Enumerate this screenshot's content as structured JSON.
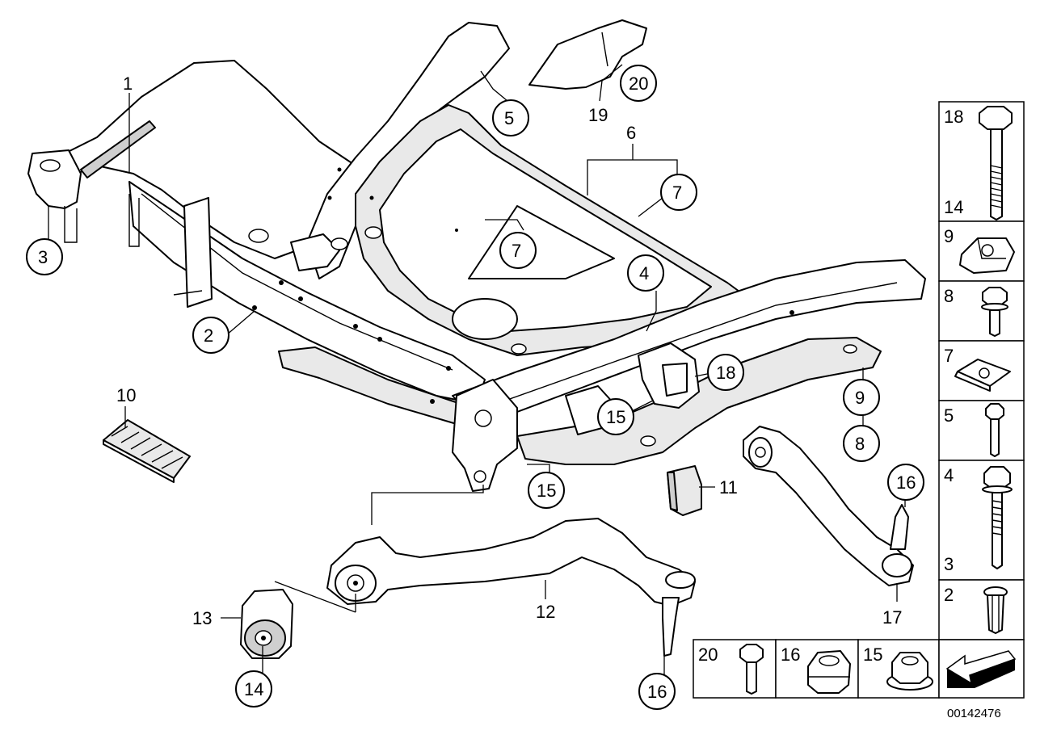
{
  "diagram": {
    "callouts": [
      {
        "id": "c1",
        "label": "1"
      },
      {
        "id": "c2",
        "label": "2"
      },
      {
        "id": "c3",
        "label": "3"
      },
      {
        "id": "c4",
        "label": "4"
      },
      {
        "id": "c5",
        "label": "5"
      },
      {
        "id": "c6",
        "label": "6"
      },
      {
        "id": "c7a",
        "label": "7"
      },
      {
        "id": "c7b",
        "label": "7"
      },
      {
        "id": "c8",
        "label": "8"
      },
      {
        "id": "c9",
        "label": "9"
      },
      {
        "id": "c10",
        "label": "10"
      },
      {
        "id": "c11",
        "label": "11"
      },
      {
        "id": "c12",
        "label": "12"
      },
      {
        "id": "c13",
        "label": "13"
      },
      {
        "id": "c14",
        "label": "14"
      },
      {
        "id": "c15a",
        "label": "15"
      },
      {
        "id": "c15b",
        "label": "15"
      },
      {
        "id": "c16a",
        "label": "16"
      },
      {
        "id": "c16b",
        "label": "16"
      },
      {
        "id": "c17",
        "label": "17"
      },
      {
        "id": "c18",
        "label": "18"
      },
      {
        "id": "c19",
        "label": "19"
      },
      {
        "id": "c20",
        "label": "20"
      }
    ],
    "fastener_panel": {
      "cells": [
        {
          "id": "f18",
          "labels": [
            "18",
            "14"
          ],
          "icon": "long-bolt-icon"
        },
        {
          "id": "f9",
          "labels": [
            "9"
          ],
          "icon": "cage-nut-icon"
        },
        {
          "id": "f8",
          "labels": [
            "8"
          ],
          "icon": "flange-bolt-icon"
        },
        {
          "id": "f7",
          "labels": [
            "7"
          ],
          "icon": "clip-nut-icon"
        },
        {
          "id": "f5",
          "labels": [
            "5"
          ],
          "icon": "short-bolt-icon"
        },
        {
          "id": "f4",
          "labels": [
            "4",
            "3"
          ],
          "icon": "long-flange-bolt-icon"
        },
        {
          "id": "f2",
          "labels": [
            "2"
          ],
          "icon": "sleeve-bolt-icon"
        }
      ],
      "bottom_cells": [
        {
          "id": "b20",
          "label": "20",
          "icon": "hex-bolt-icon"
        },
        {
          "id": "b16",
          "label": "16",
          "icon": "hex-nut-icon"
        },
        {
          "id": "b15",
          "label": "15",
          "icon": "flange-nut-icon"
        }
      ],
      "arrow_icon": "direction-arrow-icon"
    },
    "catalog_number": "00142476"
  }
}
